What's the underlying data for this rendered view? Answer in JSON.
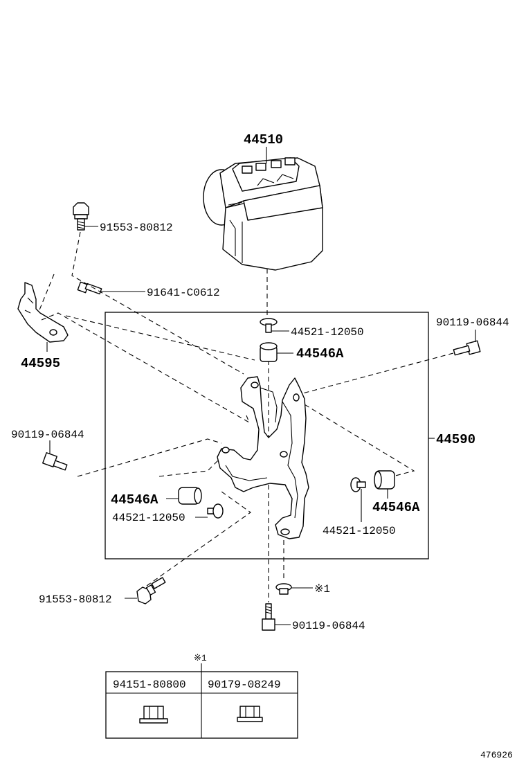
{
  "diagram": {
    "callouts": {
      "ecu": "44510",
      "screw_upper": "91553-80812",
      "bolt_small": "91641-C0612",
      "bracket_small": "44595",
      "bolt_right_top": "90119-06844",
      "collar_top": "44521-12050",
      "cushion_top": "44546A",
      "bracket_main": "44590",
      "bolt_left": "90119-06844",
      "cushion_left": "44546A",
      "collar_left": "44521-12050",
      "cushion_right": "44546A",
      "collar_right": "44521-12050",
      "screw_lower": "91553-80812",
      "nut_ref": "※1",
      "bolt_bottom": "90119-06844"
    },
    "nut_table": {
      "title": "※1",
      "columns": [
        "94151-80800",
        "90179-08249"
      ]
    },
    "figure_number": "476926"
  }
}
